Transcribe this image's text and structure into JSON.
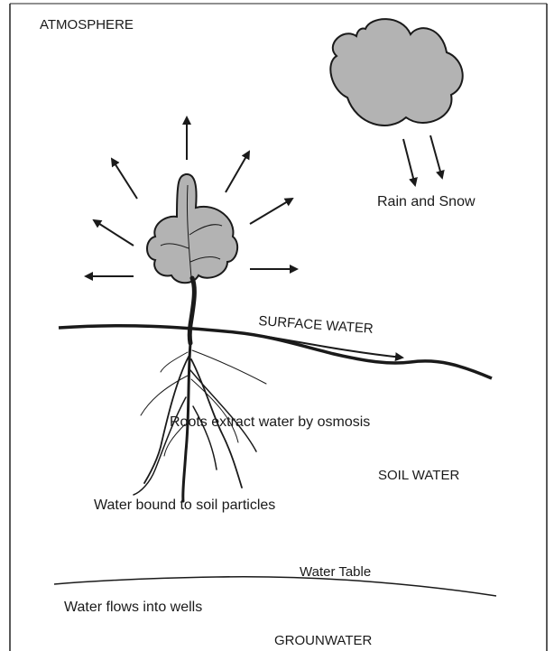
{
  "labels": {
    "atmosphere": "ATMOSPHERE",
    "rain_snow": "Rain and Snow",
    "surface_water": "SURFACE WATER",
    "roots": "Roots extract water by osmosis",
    "soil_water": "SOIL WATER",
    "bound": "Water bound to soil particles",
    "water_table": "Water Table",
    "wells": "Water flows into wells",
    "groundwater": "GROUNWATER"
  },
  "colors": {
    "line": "#1a1a1a",
    "fill": "#b3b3b3",
    "frame": "#222222"
  }
}
